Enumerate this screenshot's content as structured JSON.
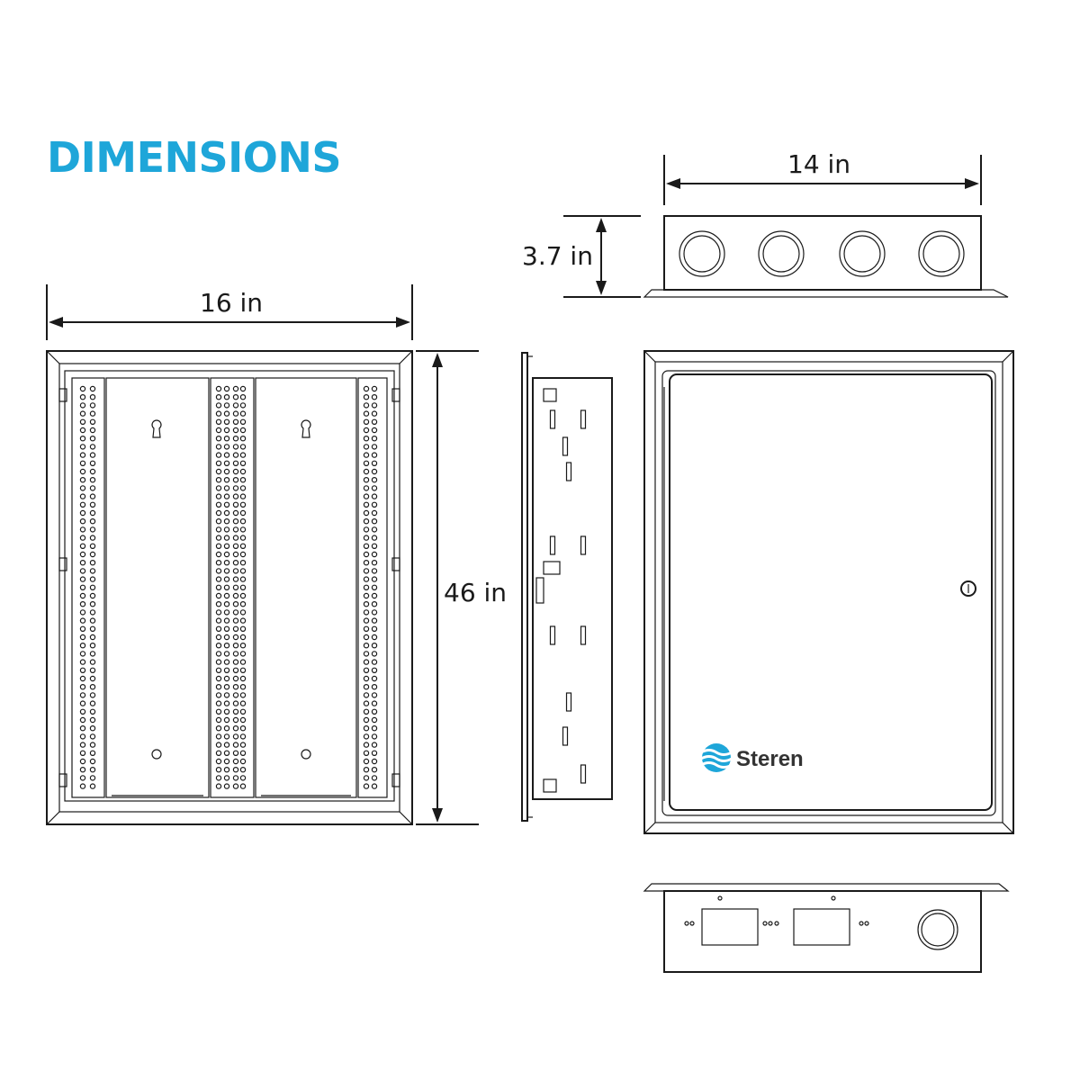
{
  "title": "DIMENSIONS",
  "colors": {
    "title": "#1ea6d9",
    "line": "#1a1a1a",
    "logo_blue": "#1ea6d9",
    "logo_text": "#333333"
  },
  "dimensions": {
    "width_front": "16 in",
    "height": "46 in",
    "width_top": "14 in",
    "depth": "3.7 in"
  },
  "logo": {
    "text": "Steren",
    "icon": "steren-wave-icon"
  }
}
